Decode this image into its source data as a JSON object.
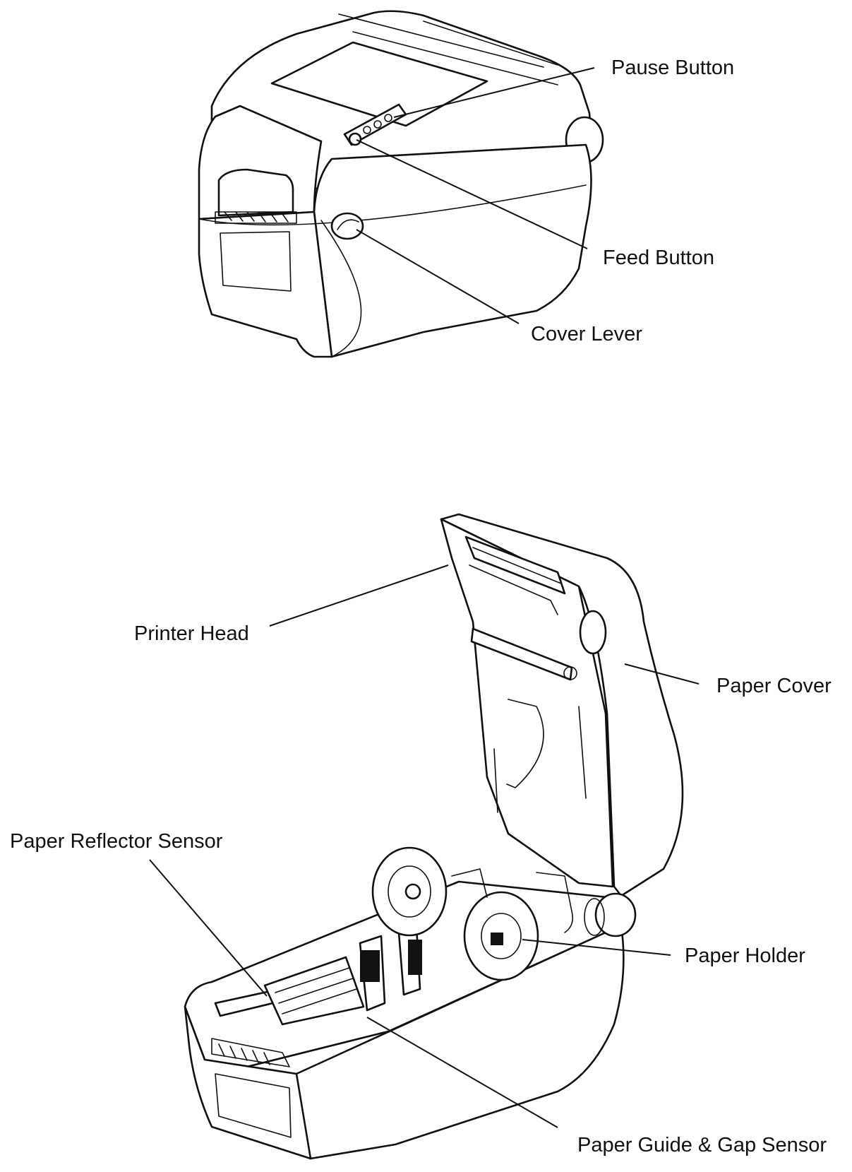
{
  "labels": {
    "pause_button": "Pause Button",
    "feed_button": "Feed Button",
    "cover_lever": "Cover Lever",
    "printer_head": "Printer Head",
    "paper_cover": "Paper Cover",
    "paper_reflector_sensor": "Paper Reflector Sensor",
    "paper_holder": "Paper Holder",
    "paper_guide_gap_sensor": "Paper Guide & Gap Sensor"
  },
  "colors": {
    "line": "#111111",
    "background": "#ffffff"
  }
}
